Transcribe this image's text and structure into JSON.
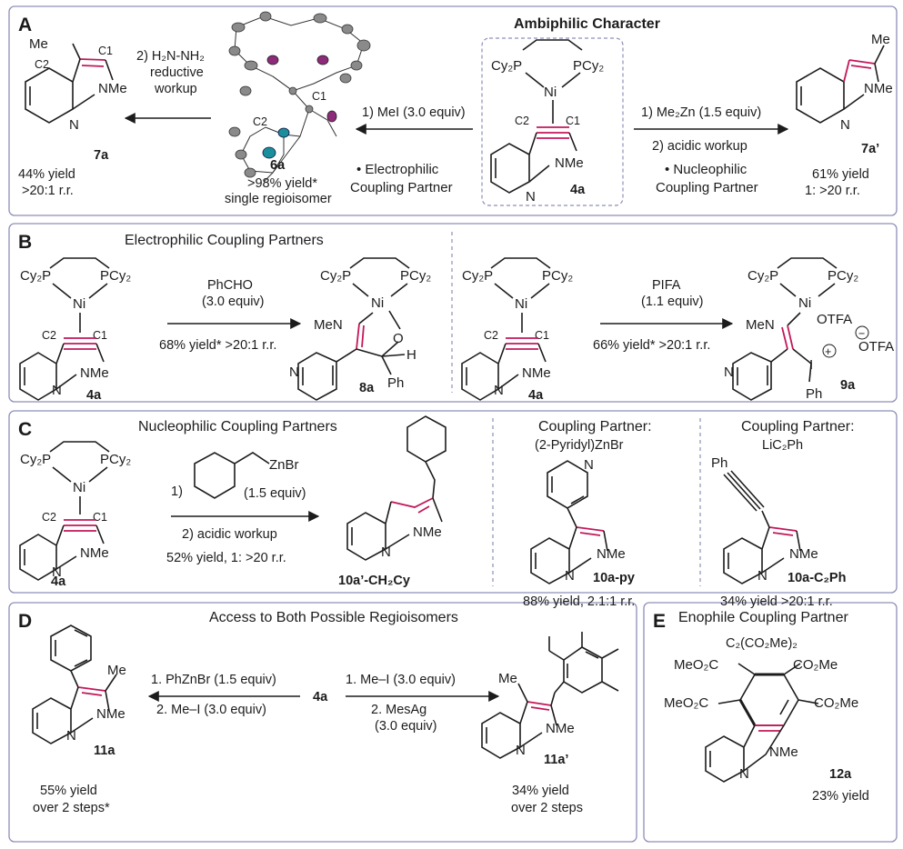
{
  "panels": {
    "A": {
      "label": "A",
      "title": "Ambiphilic Character",
      "left_product": {
        "me": "Me",
        "c2": "C2",
        "c1": "C1",
        "nme": "NMe",
        "id": "7a",
        "yield": "44% yield",
        "rr": ">20:1 r.r."
      },
      "left_cond_1": "2) H₂N-NH₂",
      "left_cond_2": "reductive",
      "left_cond_3": "workup",
      "crystal": {
        "c1": "C1",
        "c2": "C2",
        "id": "6a",
        "yield": ">98% yield*",
        "note": "single regioisomer"
      },
      "mei_cond": "1) MeI (3.0 equiv)",
      "electrophilic_label_1": "• Electrophilic",
      "electrophilic_label_2": "Coupling Partner",
      "center": {
        "cy2p": "Cy₂P",
        "pcy2": "PCy₂",
        "ni": "Ni",
        "c2": "C2",
        "c1": "C1",
        "nme": "NMe",
        "id": "4a"
      },
      "right_cond_1": "1) Me₂Zn (1.5 equiv)",
      "right_cond_2": "2) acidic workup",
      "nucleophilic_label_1": "• Nucleophilic",
      "nucleophilic_label_2": "Coupling Partner",
      "right_product": {
        "me": "Me",
        "nme": "NMe",
        "id": "7a’",
        "yield": "61% yield",
        "rr": "1: >20 r.r."
      }
    },
    "B": {
      "label": "B",
      "title": "Electrophilic Coupling Partners",
      "start1": {
        "cy2p": "Cy₂P",
        "pcy2": "PCy₂",
        "ni": "Ni",
        "c2": "C2",
        "c1": "C1",
        "nme": "NMe",
        "id": "4a"
      },
      "cond1_1": "PhCHO",
      "cond1_2": "(3.0 equiv)",
      "result1": "68% yield* >20:1 r.r.",
      "product1": {
        "cy2p": "Cy₂P",
        "pcy2": "PCy₂",
        "ni": "Ni",
        "men": "MeN",
        "o": "O",
        "h": "H",
        "ph": "Ph",
        "id": "8a"
      },
      "start2": {
        "cy2p": "Cy₂P",
        "pcy2": "PCy₂",
        "ni": "Ni",
        "c2": "C2",
        "c1": "C1",
        "nme": "NMe",
        "id": "4a"
      },
      "cond2_1": "PIFA",
      "cond2_2": "(1.1 equiv)",
      "result2": "66% yield* >20:1 r.r.",
      "product2": {
        "cy2p": "Cy₂P",
        "pcy2": "PCy₂",
        "ni": "Ni",
        "otfa1": "OTFA",
        "otfa2": "OTFA",
        "men": "MeN",
        "i": "I",
        "ph": "Ph",
        "id": "9a"
      }
    },
    "C": {
      "label": "C",
      "title": "Nucleophilic Coupling Partners",
      "start": {
        "cy2p": "Cy₂P",
        "pcy2": "PCy₂",
        "ni": "Ni",
        "c2": "C2",
        "c1": "C1",
        "nme": "NMe",
        "id": "4a"
      },
      "cond_step1": "1)",
      "reagent": "ZnBr",
      "reagent_equiv": "(1.5 equiv)",
      "cond_step2": "2) acidic workup",
      "result": "52% yield, 1: >20 r.r.",
      "product": {
        "nme": "NMe",
        "id": "10a’-CH₂Cy"
      },
      "py_title_1": "Coupling Partner:",
      "py_title_2": "(2-Pyridyl)ZnBr",
      "py_product": {
        "nme": "NMe",
        "id": "10a-py",
        "yield": "88% yield, 2.1:1 r.r."
      },
      "c2ph_title_1": "Coupling Partner:",
      "c2ph_title_2": "LiC₂Ph",
      "c2ph_product": {
        "ph": "Ph",
        "nme": "NMe",
        "id": "10a-C₂Ph",
        "yield": "34% yield >20:1 r.r."
      }
    },
    "D": {
      "label": "D",
      "title": "Access to Both Possible Regioisomers",
      "left_cond_1": "1. PhZnBr (1.5 equiv)",
      "left_cond_2": "2. Me–I (3.0 equiv)",
      "start_id": "4a",
      "right_cond_1": "1. Me–I (3.0 equiv)",
      "right_cond_2": "2. MesAg",
      "right_cond_3": "(3.0 equiv)",
      "left_product": {
        "me": "Me",
        "nme": "NMe",
        "id": "11a",
        "yield": "55% yield",
        "note": "over 2 steps*"
      },
      "right_product": {
        "me": "Me",
        "nme": "NMe",
        "id": "11a’",
        "yield": "34% yield",
        "note": "over 2 steps"
      }
    },
    "E": {
      "label": "E",
      "title": "Enophile Coupling Partner",
      "reagent": "C₂(CO₂Me)₂",
      "product": {
        "ul": "MeO₂C",
        "ur": "CO₂Me",
        "ll": "MeO₂C",
        "lr": "CO₂Me",
        "nme": "NMe",
        "id": "12a",
        "yield": "23% yield"
      }
    }
  },
  "colors": {
    "teal": "#1a9b9b",
    "pink_bond": "#c2185b",
    "panel_border": "#8d8fb8"
  }
}
